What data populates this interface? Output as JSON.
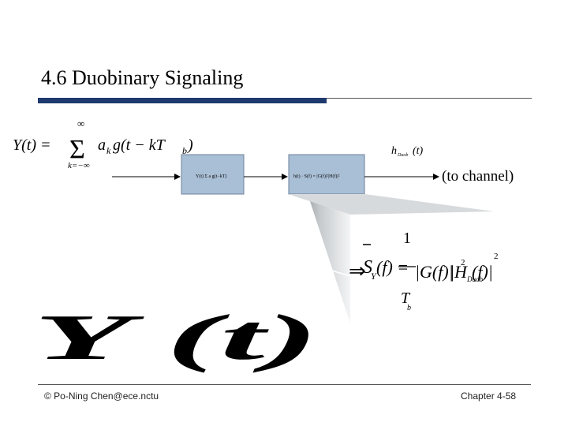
{
  "slide": {
    "title": "4.6 Duobinary Signaling",
    "eq_lhs": "Y(t) = ",
    "eq_sum_top": "∞",
    "eq_sum_bottom": "k=−∞",
    "eq_term": "a",
    "eq_term_sub": "k",
    "eq_g": "g(t − kT",
    "eq_g_sub": "b",
    "eq_g_close": ")",
    "h_label": "h",
    "h_label_sub": "Duob",
    "h_label_arg": "(t)",
    "to_channel": "(to channel)",
    "psd_arrow": "⇒",
    "psd_S": "S",
    "psd_S_sub": "Y",
    "psd_eq": "(f) = ",
    "psd_num": "1",
    "psd_den": "T",
    "psd_den_sub": "b",
    "psd_G": "|G(f)|",
    "psd_pow": "2",
    "psd_H": "|H",
    "psd_H_sub": "Duob",
    "psd_H_close": "(f)|",
    "big_Y": "Y (t)"
  },
  "footer": {
    "left": "© Po-Ning Chen@ece.nctu",
    "right": "Chapter 4-58"
  },
  "colors": {
    "title_bar": "#1f3a6e",
    "block_fill": "#a9bfd6"
  }
}
